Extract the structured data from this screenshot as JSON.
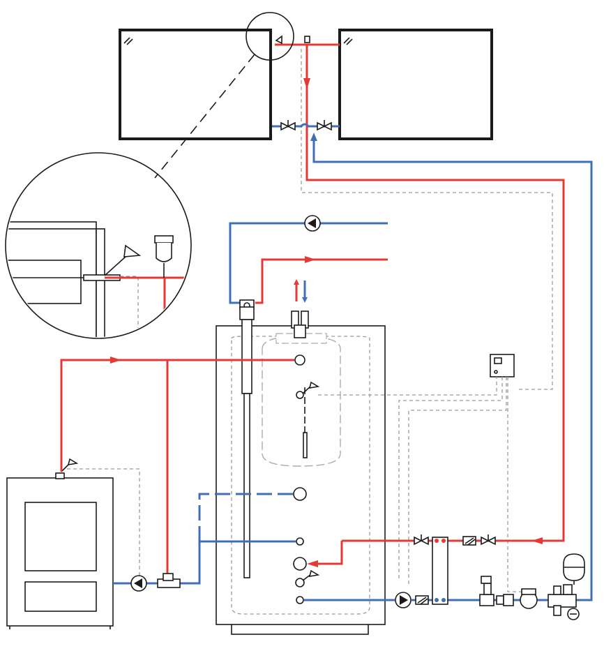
{
  "colors": {
    "hot_line": "#e53935",
    "cold_line": "#3f6fb5",
    "signal_line": "#9a9a9a",
    "outline": "#1a1a1a"
  },
  "components": [
    "solar-collector-left",
    "solar-collector-right",
    "detail-magnifier",
    "storage-tank",
    "inner-dhw-tank",
    "boiler",
    "solar-controller",
    "plate-heat-exchanger",
    "expansion-vessel",
    "circulation-pump-icon"
  ]
}
